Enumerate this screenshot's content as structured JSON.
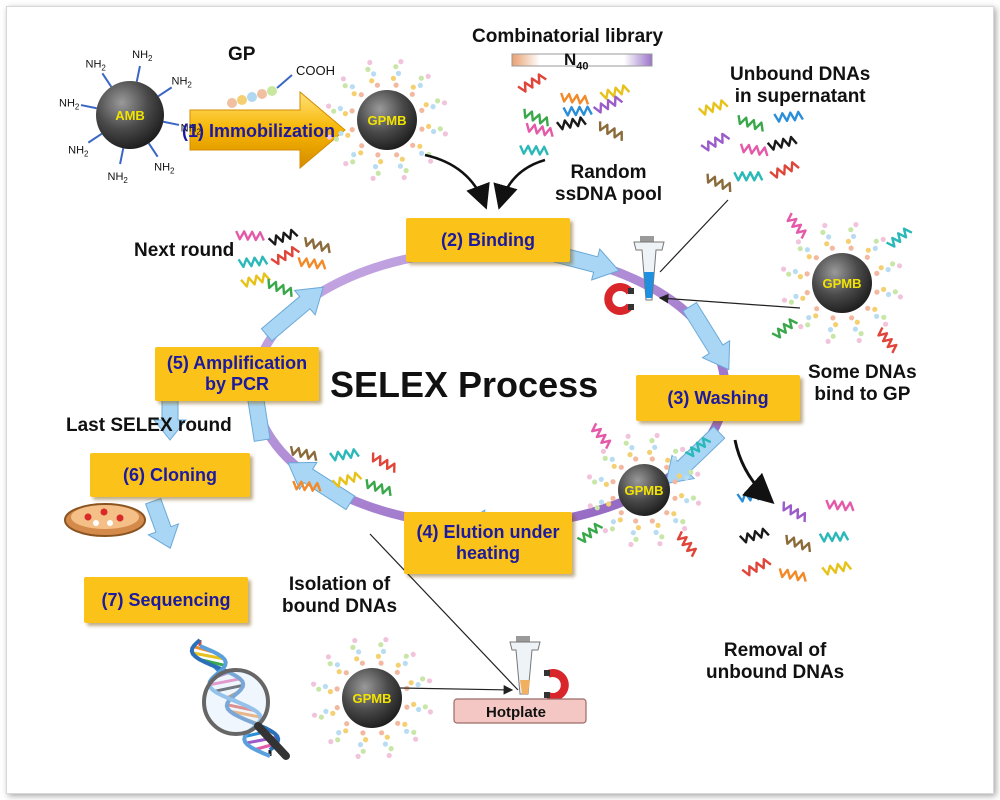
{
  "diagram": {
    "title": "SELEX Process",
    "steps": {
      "immobilization": "(1) Immobilization",
      "binding": "(2) Binding",
      "washing": "(3) Washing",
      "elution_line1": "(4) Elution under",
      "elution_line2": "heating",
      "amplification_line1": "(5) Amplification",
      "amplification_line2": "by PCR",
      "cloning": "(6) Cloning",
      "sequencing": "(7) Sequencing"
    },
    "labels": {
      "gp": "GP",
      "cooh": "COOH",
      "combinatorial_library": "Combinatorial library",
      "n40": "N",
      "n40_sub": "40",
      "random_pool_line1": "Random",
      "random_pool_line2": "ssDNA pool",
      "unbound_supernatant_line1": "Unbound DNAs",
      "unbound_supernatant_line2": "in supernatant",
      "some_bind_line1": "Some DNAs",
      "some_bind_line2": "bind to GP",
      "removal_line1": "Removal of",
      "removal_line2": "unbound DNAs",
      "next_round": "Next round",
      "last_round": "Last SELEX round",
      "isolation_line1": "Isolation of",
      "isolation_line2": "bound DNAs",
      "hotplate": "Hotplate"
    },
    "beads": {
      "amb": "AMB",
      "gpmb": "GPMB"
    },
    "amine": "NH",
    "amine_sub": "2",
    "colors": {
      "step_fill": "#fbc21a",
      "step_text": "#1c1a9e",
      "bead": "#4a4a4a",
      "bead_label": "#f2e300",
      "cycle_ring": "#a77fc9",
      "cycle_arrow": "#a9d6f5",
      "magnet": "#d9262a",
      "hotplate": "#f4c7c4"
    }
  }
}
